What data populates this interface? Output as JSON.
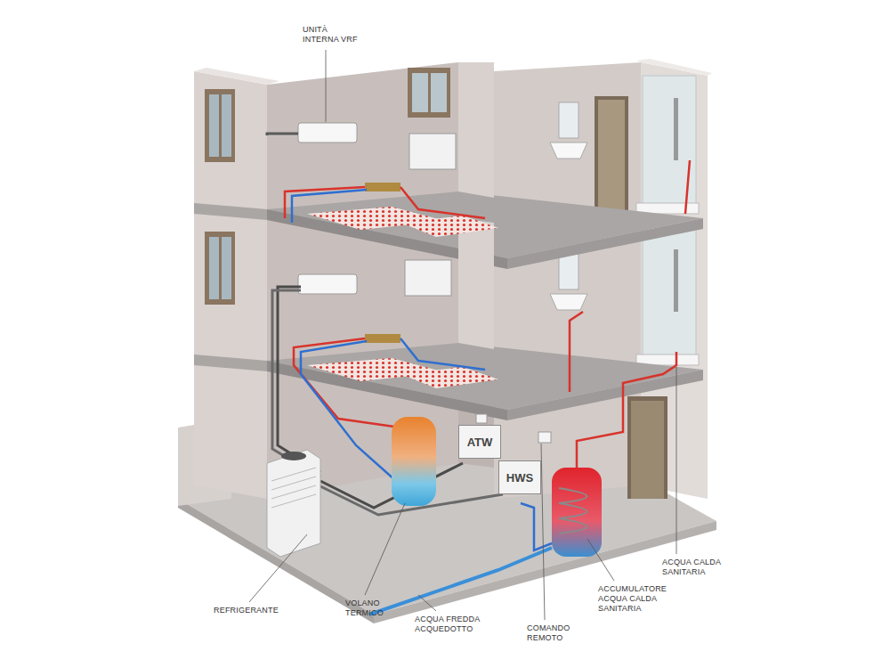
{
  "diagram": {
    "nodes": [
      {
        "text": [
          "ATW"
        ]
      },
      {
        "text": [
          "HWS"
        ]
      }
    ],
    "labels": [
      "UNITÀ INTERNA VRF",
      "REFRIGERANTE",
      "VOLANO TERMICO",
      "ACQUA FREDDA ACQUEDOTTO",
      "COMANDO REMOTO",
      "ACCUMULATORE ACQUA CALDA SANITARIA",
      "ACQUA CALDA SANITARIA"
    ]
  }
}
